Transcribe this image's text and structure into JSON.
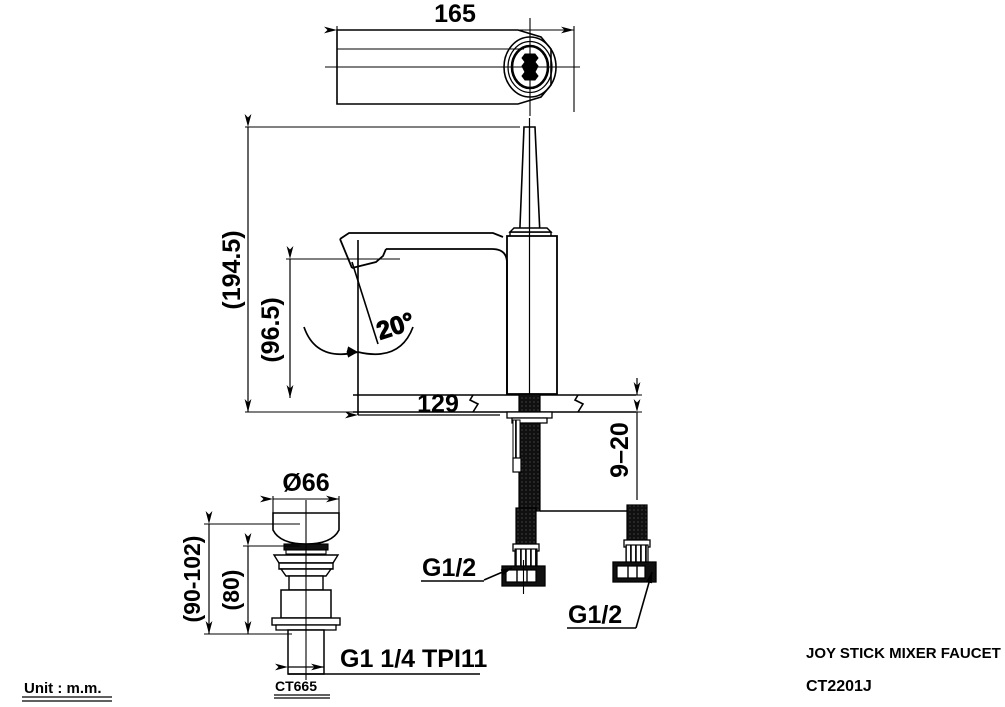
{
  "drawing": {
    "title": "JOY STICK MIXER FAUCET",
    "model_code": "CT2201J",
    "unit_note": "Unit : m.m.",
    "drain_code": "CT665"
  },
  "dimensions": {
    "top_view_width": "165",
    "overall_height": "(194.5)",
    "spout_height": "(96.5)",
    "spout_angle": "20°",
    "spout_reach": "129",
    "deck_thickness": "9–20",
    "drain_cap_diameter": "Ø66",
    "drain_total_height": "(90-102)",
    "drain_body_height": "(80)",
    "drain_thread": "G1 1/4 TPI11",
    "supply_thread_left": "G1/2",
    "supply_thread_right": "G1/2"
  },
  "colors": {
    "line": "#000000",
    "background": "#ffffff",
    "fill_dark": "#1a1a1a"
  }
}
